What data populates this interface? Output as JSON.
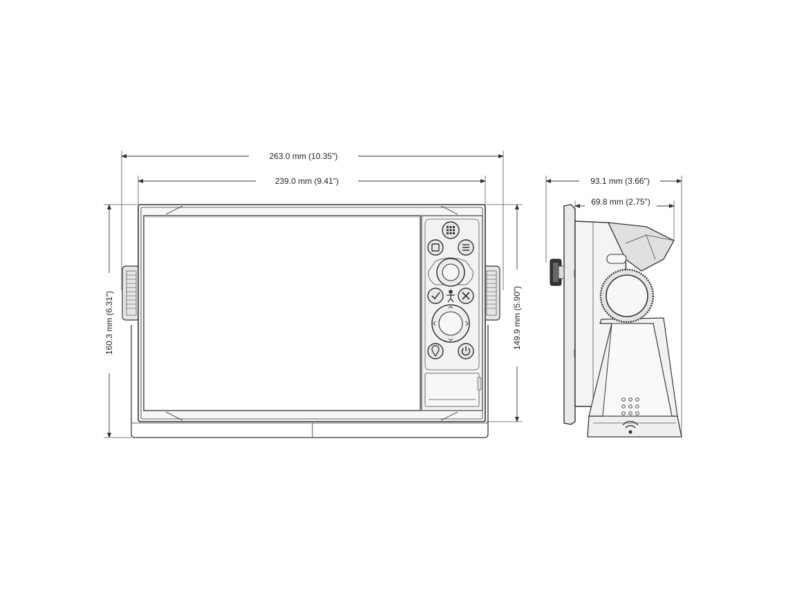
{
  "dimensions": {
    "overall_width": "263.0 mm (10.35\")",
    "bezel_width": "239.0 mm (9.41\")",
    "overall_depth": "93.1 mm (3.66\")",
    "body_depth": "69.8 mm (2.75\")",
    "overall_height": "160.3 mm (6.31\")",
    "bezel_height": "149.9 mm (5.90\")"
  },
  "colors": {
    "line": "#333333",
    "light_fill": "#f4f4f4",
    "dark_fill": "#d9d9d9"
  },
  "icons": [
    "apps-grid-icon",
    "pages-icon",
    "menu-icon",
    "rotary-knob",
    "check-icon",
    "mob-icon",
    "close-icon",
    "directional-keypad",
    "waypoint-icon",
    "power-icon",
    "wireless-icon"
  ]
}
